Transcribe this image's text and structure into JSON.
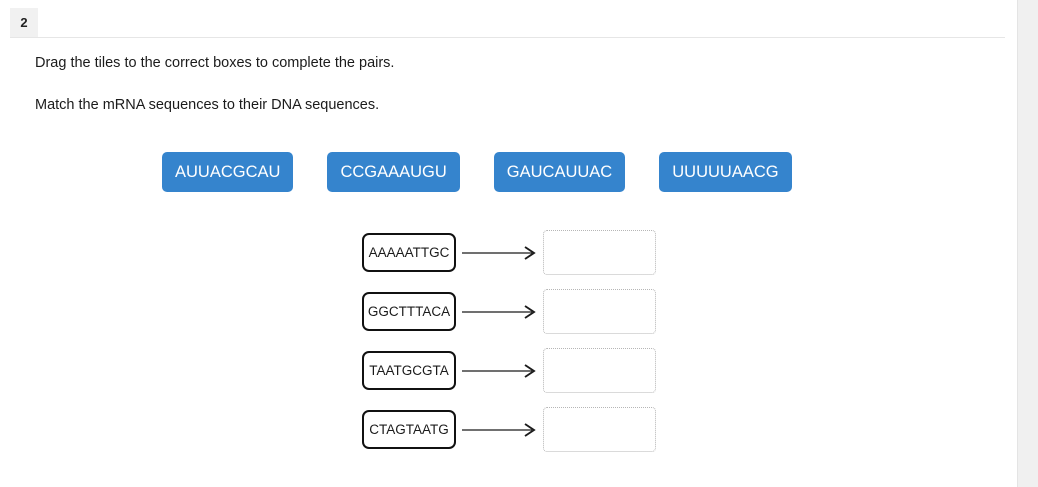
{
  "header": {
    "tab_label": "2"
  },
  "instructions": {
    "line1": "Drag the tiles to the correct boxes to complete the pairs.",
    "line2": "Match the mRNA sequences to their DNA sequences."
  },
  "tile_bank": {
    "tiles": [
      {
        "label": "AUUACGCAU"
      },
      {
        "label": "CCGAAAUGU"
      },
      {
        "label": "GAUCAUUAC"
      },
      {
        "label": "UUUUUAACG"
      }
    ]
  },
  "match_rows": [
    {
      "dna": "AAAAATTGC",
      "answer": ""
    },
    {
      "dna": "GGCTTTACA",
      "answer": ""
    },
    {
      "dna": "TAATGCGTA",
      "answer": ""
    },
    {
      "dna": "CTAGTAATG",
      "answer": ""
    }
  ],
  "colors": {
    "tile_blue": "#3584cd",
    "tile_text": "#ffffff",
    "box_border": "#111111",
    "drop_border": "#b6b6b6",
    "tab_bg": "#f1f1f1",
    "divider": "#e6e6e6",
    "scrollbar_track": "#f0f0f0"
  }
}
